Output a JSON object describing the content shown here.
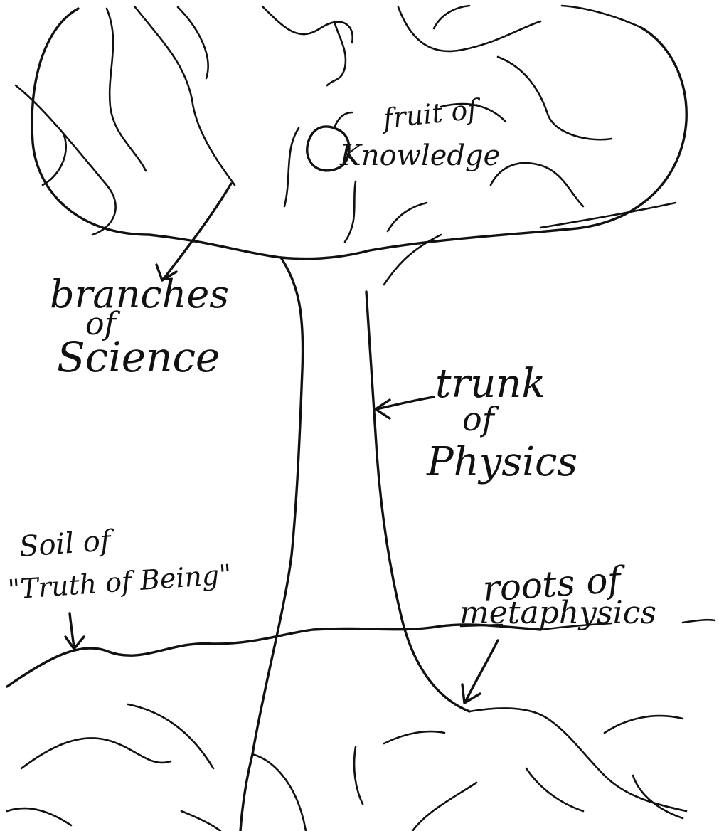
{
  "diagram": {
    "labels": {
      "fruit": [
        "fruit of",
        "Knowledge"
      ],
      "branches": [
        "branches",
        "of",
        "Science"
      ],
      "trunk": [
        "trunk",
        "of",
        "Physics"
      ],
      "soil": [
        "Soil of",
        "\"Truth of Being\""
      ],
      "roots": [
        "roots of",
        "metaphysics"
      ]
    }
  }
}
